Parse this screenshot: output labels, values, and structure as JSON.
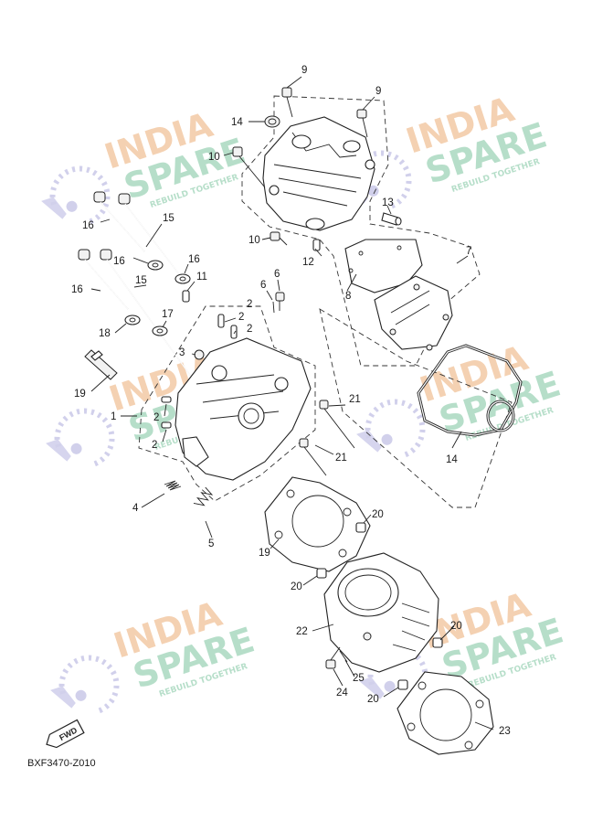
{
  "diagram_code": "BXF3470-Z010",
  "direction_badge": "FWD",
  "watermark": {
    "line1": "INDIA",
    "line2": "SPARE",
    "tagline": "REBUILD TOGETHER",
    "colors": {
      "india": "#f3c9a4",
      "spare": "#a9d9c0",
      "wrench": "#c9c8e8"
    }
  },
  "callouts": [
    {
      "id": "c1",
      "text": "1"
    },
    {
      "id": "c2a",
      "text": "2"
    },
    {
      "id": "c2b",
      "text": "2"
    },
    {
      "id": "c2c",
      "text": "2"
    },
    {
      "id": "c2d",
      "text": "2"
    },
    {
      "id": "c3",
      "text": "3"
    },
    {
      "id": "c4",
      "text": "4"
    },
    {
      "id": "c5",
      "text": "5"
    },
    {
      "id": "c6a",
      "text": "6"
    },
    {
      "id": "c6b",
      "text": "6"
    },
    {
      "id": "c7",
      "text": "7"
    },
    {
      "id": "c8",
      "text": "8"
    },
    {
      "id": "c9a",
      "text": "9"
    },
    {
      "id": "c9b",
      "text": "9"
    },
    {
      "id": "c9c",
      "text": "9"
    },
    {
      "id": "c9d",
      "text": "9"
    },
    {
      "id": "c10a",
      "text": "10"
    },
    {
      "id": "c10b",
      "text": "10"
    },
    {
      "id": "c11",
      "text": "11"
    },
    {
      "id": "c12",
      "text": "12"
    },
    {
      "id": "c13",
      "text": "13"
    },
    {
      "id": "c14a",
      "text": "14"
    },
    {
      "id": "c14b",
      "text": "14"
    },
    {
      "id": "c15a",
      "text": "15"
    },
    {
      "id": "c15b",
      "text": "15"
    },
    {
      "id": "c16a",
      "text": "16"
    },
    {
      "id": "c16b",
      "text": "16"
    },
    {
      "id": "c16c",
      "text": "16"
    },
    {
      "id": "c16d",
      "text": "16"
    },
    {
      "id": "c17",
      "text": "17"
    },
    {
      "id": "c18",
      "text": "18"
    },
    {
      "id": "c19a",
      "text": "19"
    },
    {
      "id": "c19b",
      "text": "19"
    },
    {
      "id": "c20a",
      "text": "20"
    },
    {
      "id": "c20b",
      "text": "20"
    },
    {
      "id": "c21a",
      "text": "21"
    },
    {
      "id": "c21b",
      "text": "21"
    },
    {
      "id": "c22",
      "text": "22"
    },
    {
      "id": "c23",
      "text": "23"
    },
    {
      "id": "c24",
      "text": "24"
    },
    {
      "id": "c25",
      "text": "25"
    }
  ]
}
